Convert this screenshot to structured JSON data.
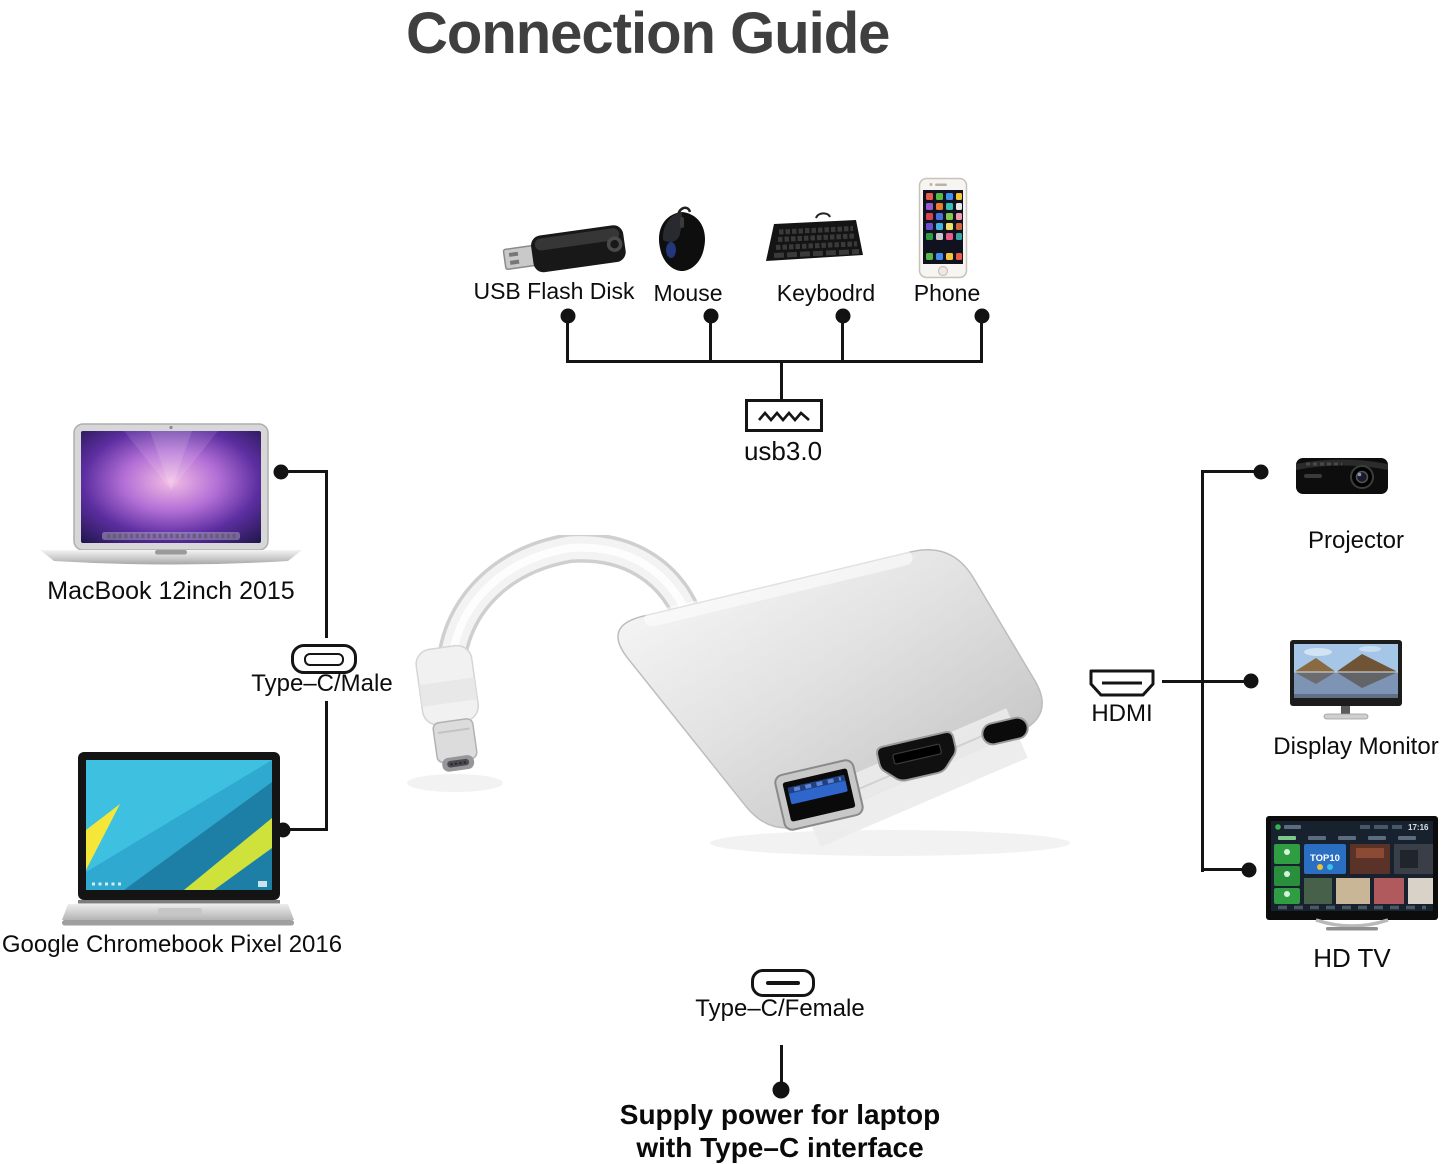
{
  "title": "Connection Guide",
  "top_devices": {
    "usb_flash_disk": "USB Flash Disk",
    "mouse": "Mouse",
    "keyboard": "Keybodrd",
    "phone": "Phone"
  },
  "hub": {
    "usb_port_label": "usb3.0",
    "hdmi_label": "HDMI",
    "type_c_male_label": "Type–C/Male",
    "type_c_female_label": "Type–C/Female"
  },
  "left_devices": {
    "macbook": "MacBook 12inch 2015",
    "chromebook": "Google Chromebook Pixel 2016"
  },
  "right_devices": {
    "projector": "Projector",
    "monitor": "Display Monitor",
    "tv": "HD TV"
  },
  "note": {
    "line1": "Supply power for laptop",
    "line2": "with Type–C interface"
  },
  "tv_screen": {
    "badge": "TOP10",
    "time": "17:16"
  },
  "colors": {
    "line": "#141414",
    "text": "#0d0d0d",
    "title": "#3f3f3f",
    "usb_blue": "#2e66cc"
  }
}
